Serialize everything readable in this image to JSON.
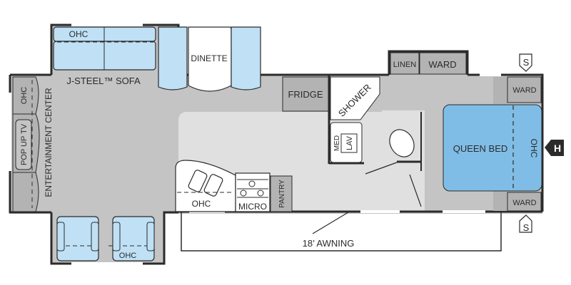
{
  "floorplan": {
    "colors": {
      "floor_dark": "#c4c4c4",
      "floor_light": "#e0e0e0",
      "cabinet": "#b3b3b3",
      "furniture_light_blue": "#bfe0f5",
      "bed_blue": "#7fbde6",
      "wall": "#2b2b2b",
      "window": "#ffffff"
    },
    "labels": {
      "sofa_ohc": "OHC",
      "sofa": "J-STEEL™ SOFA",
      "dinette": "DINETTE",
      "fridge": "FRIDGE",
      "shower": "SHOWER",
      "med": "MED",
      "lav": "LAV",
      "linen": "LINEN",
      "ward_top": "WARD",
      "ward_bed_top": "WARD",
      "ward_bed_bottom": "WARD",
      "queen_bed": "QUEEN BED",
      "bed_ohc": "OHC",
      "entertainment_ohc": "OHC",
      "pop_up_tv": "POP UP TV",
      "entertainment_center": "ENTERTAINMENT CENTER",
      "kitchen_ohc": "OHC",
      "micro": "MICRO",
      "pantry": "PANTRY",
      "chair_ohc": "OHC",
      "awning": "18’ AWNING",
      "stabilizer_top": "S",
      "stabilizer_bottom": "S",
      "hitch": "H"
    }
  }
}
